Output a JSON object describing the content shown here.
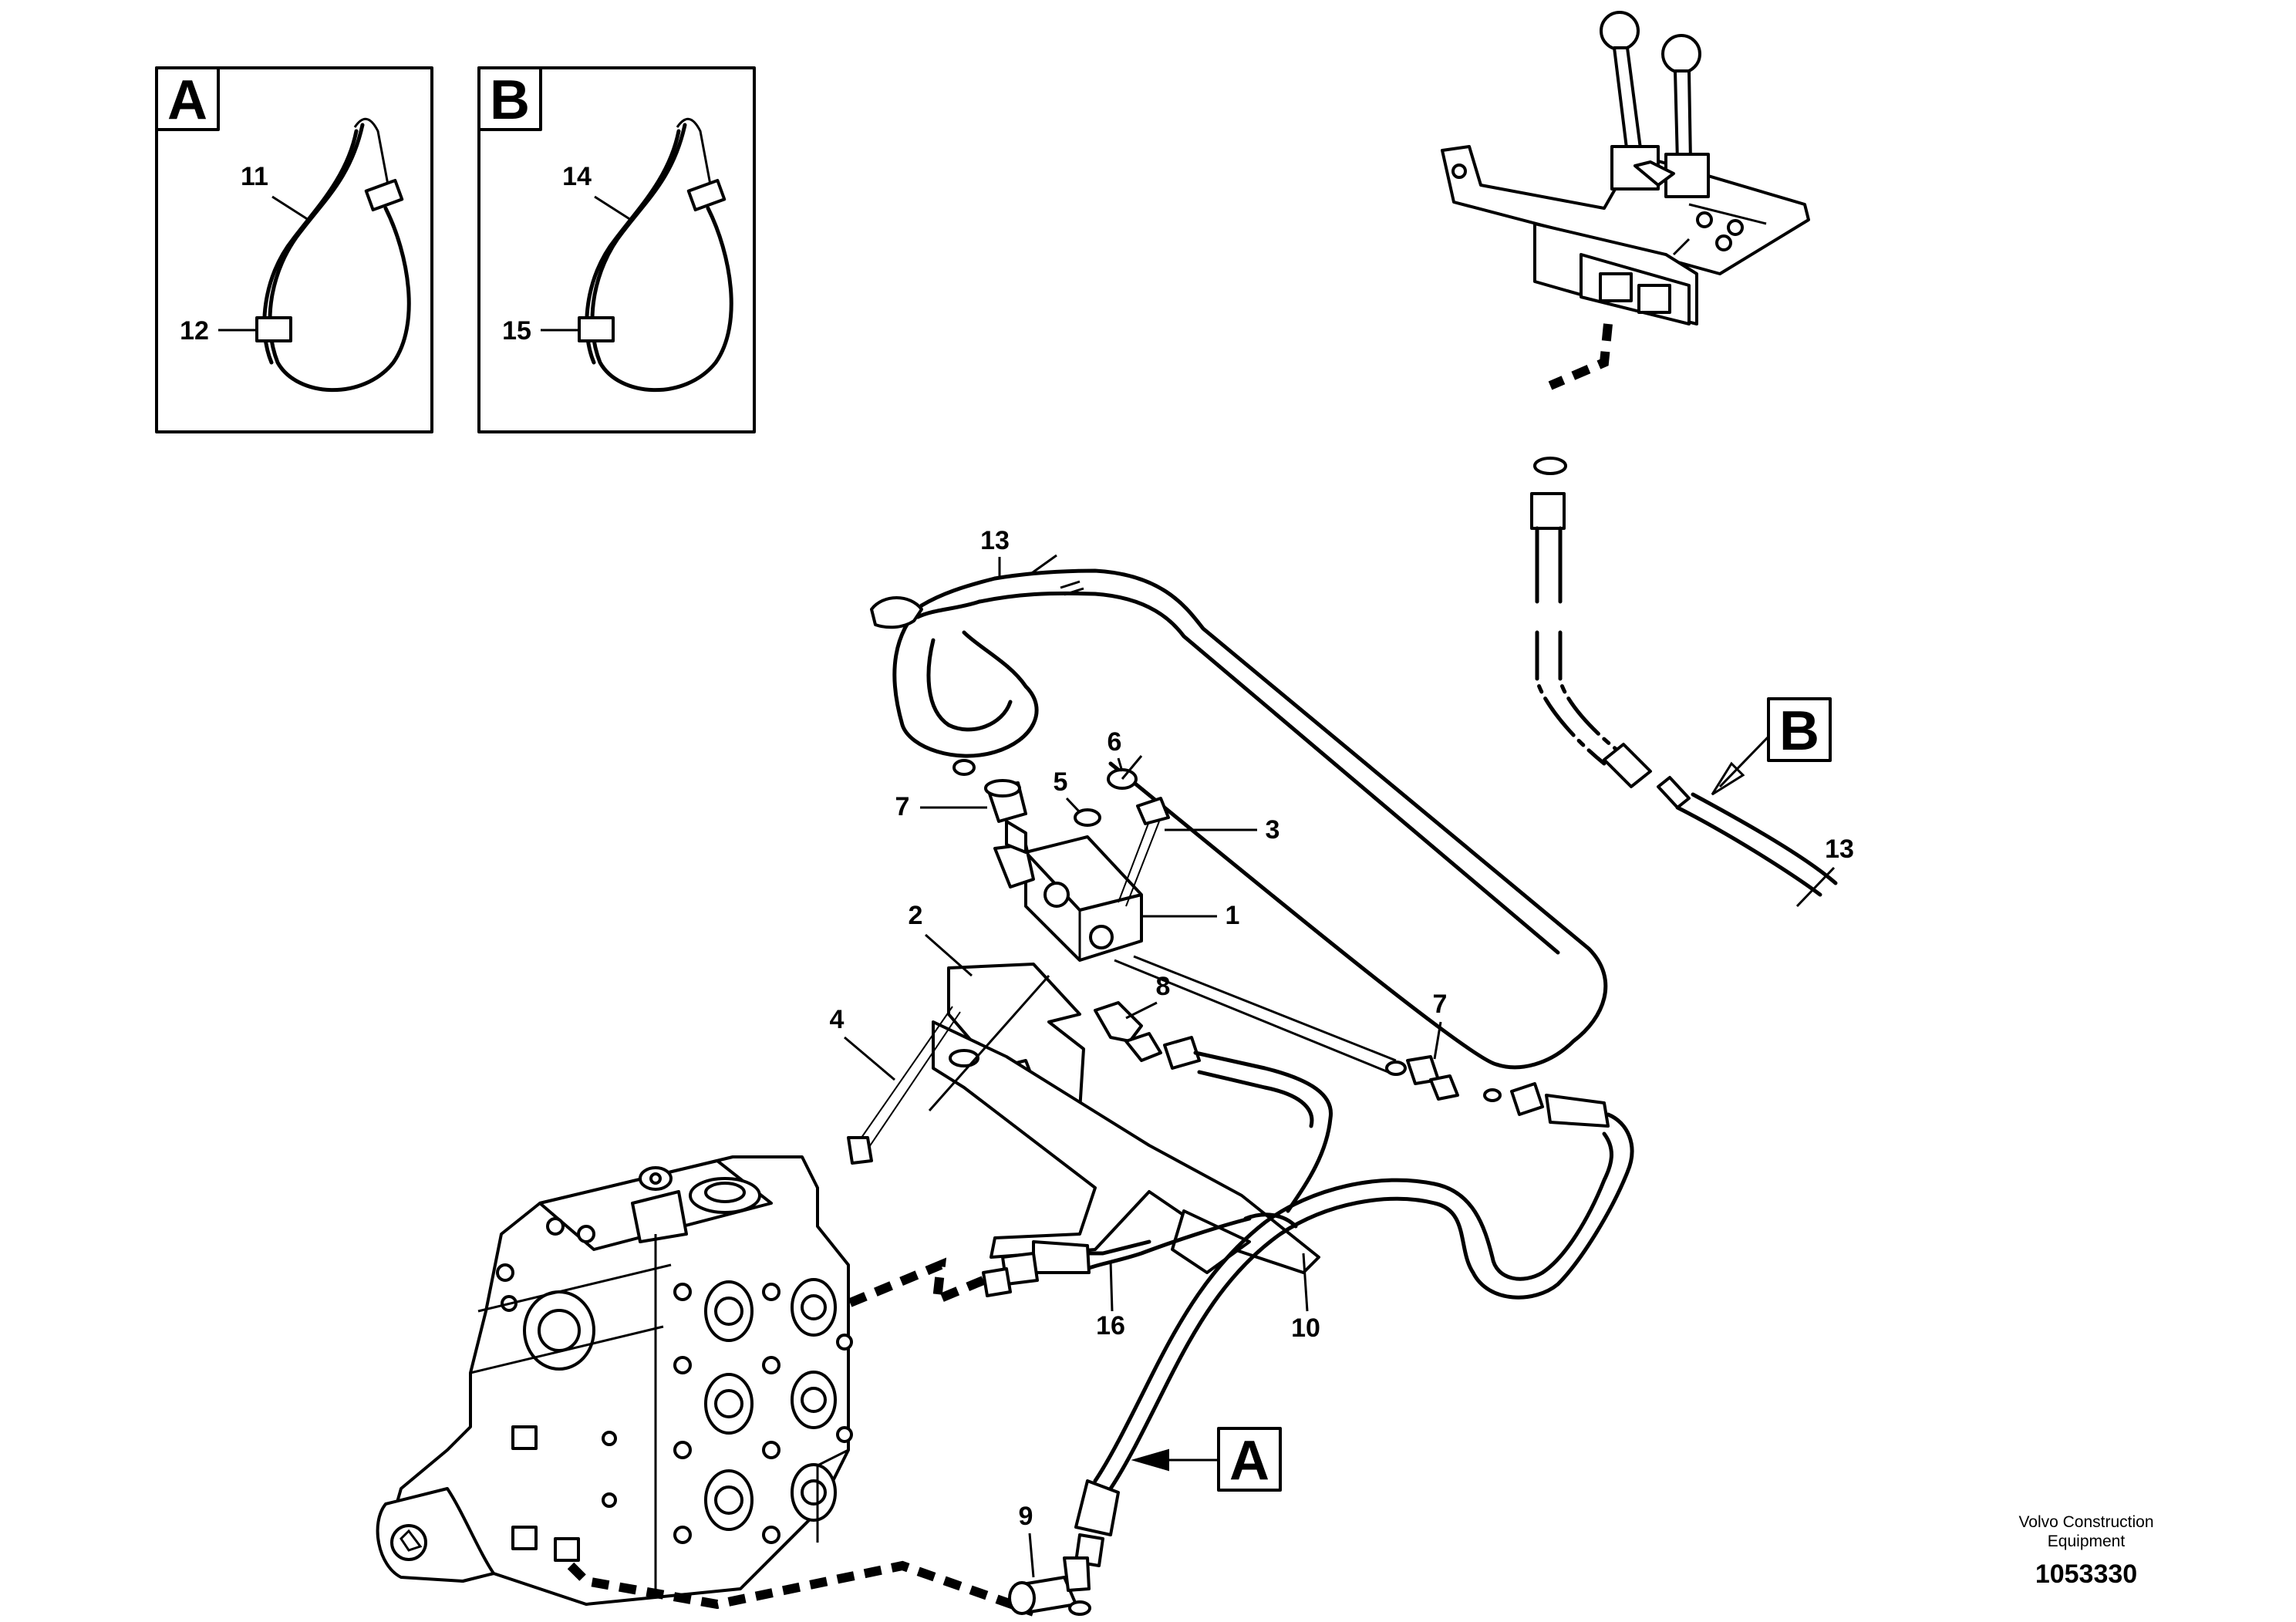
{
  "detail_a": {
    "letter": "A",
    "labels": [
      "11",
      "12"
    ]
  },
  "detail_b": {
    "letter": "B",
    "labels": [
      "14",
      "15"
    ]
  },
  "callouts": {
    "c1": "1",
    "c2": "2",
    "c3": "3",
    "c4": "4",
    "c5": "5",
    "c6": "6",
    "c7a": "7",
    "c7b": "7",
    "c8": "8",
    "c9": "9",
    "c10": "10",
    "c13a": "13",
    "c13b": "13",
    "c16": "16"
  },
  "ref_a": "A",
  "ref_b": "B",
  "footer": {
    "brand_line1": "Volvo Construction",
    "brand_line2": "Equipment",
    "drawing_number": "1053330"
  }
}
